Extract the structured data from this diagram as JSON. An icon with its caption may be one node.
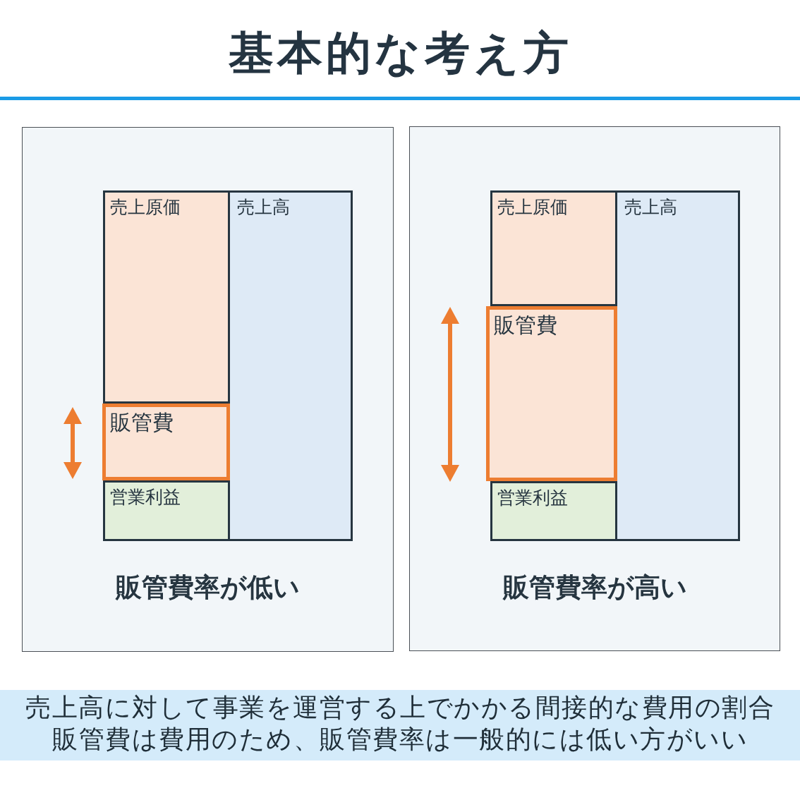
{
  "diagram": {
    "title": "基本的な考え方",
    "nodes": [
      {
        "text": [
          "販管費率が低い"
        ]
      },
      {
        "text": [
          "売上原価"
        ],
        "in": 0
      },
      {
        "text": [
          "販管費"
        ],
        "in": 0
      },
      {
        "text": [
          "営業利益"
        ],
        "in": 0
      },
      {
        "text": [
          "売上高"
        ],
        "in": 0
      },
      {
        "text": [
          "販管費率が高い"
        ]
      },
      {
        "text": [
          "売上原価"
        ],
        "in": 5
      },
      {
        "text": [
          "販管費"
        ],
        "in": 5
      },
      {
        "text": [
          "営業利益"
        ],
        "in": 5
      },
      {
        "text": [
          "売上高"
        ],
        "in": 5
      },
      {
        "text": [
          "売上高に対して事業を運営する上でかかる間接的な費用の割合",
          "販管費は費用のため、販管費率は一般的には低い方がいい"
        ]
      }
    ]
  }
}
